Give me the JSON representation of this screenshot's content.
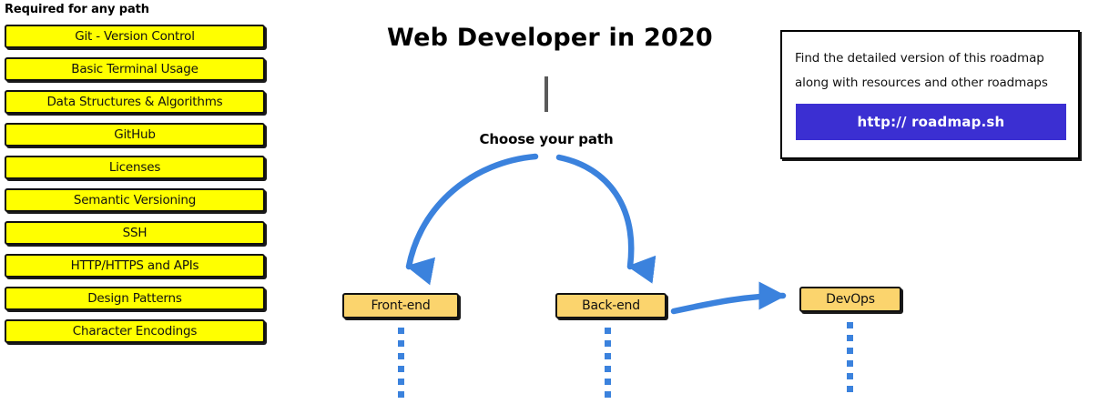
{
  "required_section": {
    "heading": "Required for any path",
    "items": [
      {
        "label": "Git - Version Control"
      },
      {
        "label": "Basic Terminal Usage"
      },
      {
        "label": "Data Structures & Algorithms"
      },
      {
        "label": "GitHub"
      },
      {
        "label": "Licenses"
      },
      {
        "label": "Semantic Versioning"
      },
      {
        "label": "SSH"
      },
      {
        "label": "HTTP/HTTPS and APIs"
      },
      {
        "label": "Design Patterns"
      },
      {
        "label": "Character Encodings"
      }
    ]
  },
  "center": {
    "title": "Web Developer in 2020",
    "choose_path_label": "Choose your path"
  },
  "paths": [
    {
      "label": "Front-end"
    },
    {
      "label": "Back-end"
    },
    {
      "label": "DevOps"
    }
  ],
  "info_card": {
    "line_1": "Find the detailed version of this roadmap",
    "line_2": "along with resources and other roadmaps",
    "button_label": "http:// roadmap.sh"
  },
  "colors": {
    "required_box_fill": "#ffff00",
    "path_box_fill": "#fbd46d",
    "box_border": "#111111",
    "arrow_blue": "#3b82dd",
    "stem_gray": "#5a5a5a",
    "link_button_bg": "#3b2fd2",
    "background": "#ffffff"
  }
}
